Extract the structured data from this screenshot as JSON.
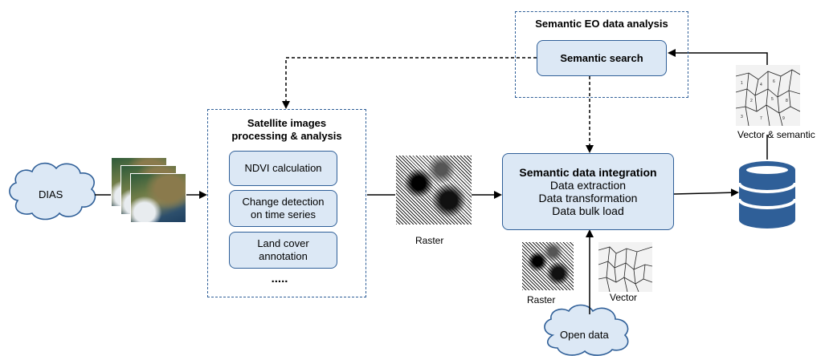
{
  "diagram": {
    "dias": "DIAS",
    "open_data": "Open data",
    "processing": {
      "title_line1": "Satellite images",
      "title_line2": "processing & analysis",
      "ndvi": "NDVI calculation",
      "change_line1": "Change detection",
      "change_line2": "on time series",
      "landcover_line1": "Land cover",
      "landcover_line2": "annotation",
      "more": "....."
    },
    "semantic_eo": {
      "title": "Semantic EO data analysis",
      "search": "Semantic search"
    },
    "integration": {
      "title": "Semantic data integration",
      "step1": "Data extraction",
      "step2": "Data transformation",
      "step3": "Data bulk load"
    },
    "labels": {
      "raster_main": "Raster",
      "raster_open": "Raster",
      "vector_open": "Vector",
      "vector_semantic": "Vector & semantic"
    },
    "colors": {
      "box_fill": "#dce8f5",
      "box_border": "#2f5f98",
      "cloud_fill": "#dce8f5",
      "database": "#2f5f98",
      "arrow": "#000000"
    },
    "icons": [
      "cloud-icon",
      "satellite-image-stack",
      "raster-image",
      "vector-map-image",
      "database-icon"
    ]
  }
}
